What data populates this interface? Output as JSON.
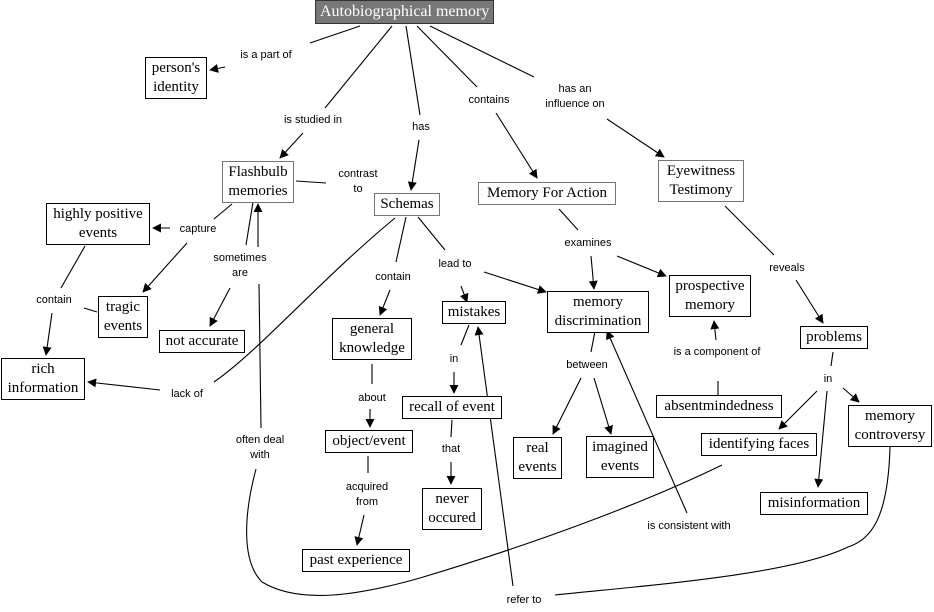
{
  "map": {
    "root": "Autobiographical memory",
    "nodes": {
      "persons_identity": "person's identity",
      "flashbulb": "Flashbulb memories",
      "schemas": "Schemas",
      "memory_for_action": "Memory For Action",
      "eyewitness": "Eyewitness Testimony",
      "highly_positive": "highly positive events",
      "tragic_events": "tragic events",
      "not_accurate": "not accurate",
      "rich_information": "rich information",
      "general_knowledge": "general knowledge",
      "object_event": "object/event",
      "past_experience": "past experience",
      "mistakes": "mistakes",
      "recall_of_event": "recall of event",
      "never_occured": "never occured",
      "memory_discrimination": "memory discrimination",
      "real_events": "real events",
      "imagined_events": "imagined events",
      "prospective_memory": "prospective memory",
      "absentmindedness": "absentmindedness",
      "problems": "problems",
      "identifying_faces": "identifying faces",
      "misinformation": "misinformation",
      "memory_controversy": "memory controversy"
    },
    "links": {
      "is_a_part_of": "is a part of",
      "is_studied_in": "is studied in",
      "has": "has",
      "contains": "contains",
      "has_an_influence_on": "has an influence on",
      "contrast_to": "contrast to",
      "capture": "capture",
      "sometimes_are": "sometimes are",
      "contain_left": "contain",
      "lack_of": "lack of",
      "often_deal_with": "often deal with",
      "contain_schemas": "contain",
      "lead_to": "lead to",
      "about": "about",
      "acquired_from": "acquired from",
      "in_mistakes": "in",
      "that": "that",
      "refer_to": "refer to",
      "examines": "examines",
      "between": "between",
      "is_consistent_with": "is consistent with",
      "is_a_component_of": "is a component of",
      "reveals": "reveals",
      "in_problems": "in"
    }
  }
}
